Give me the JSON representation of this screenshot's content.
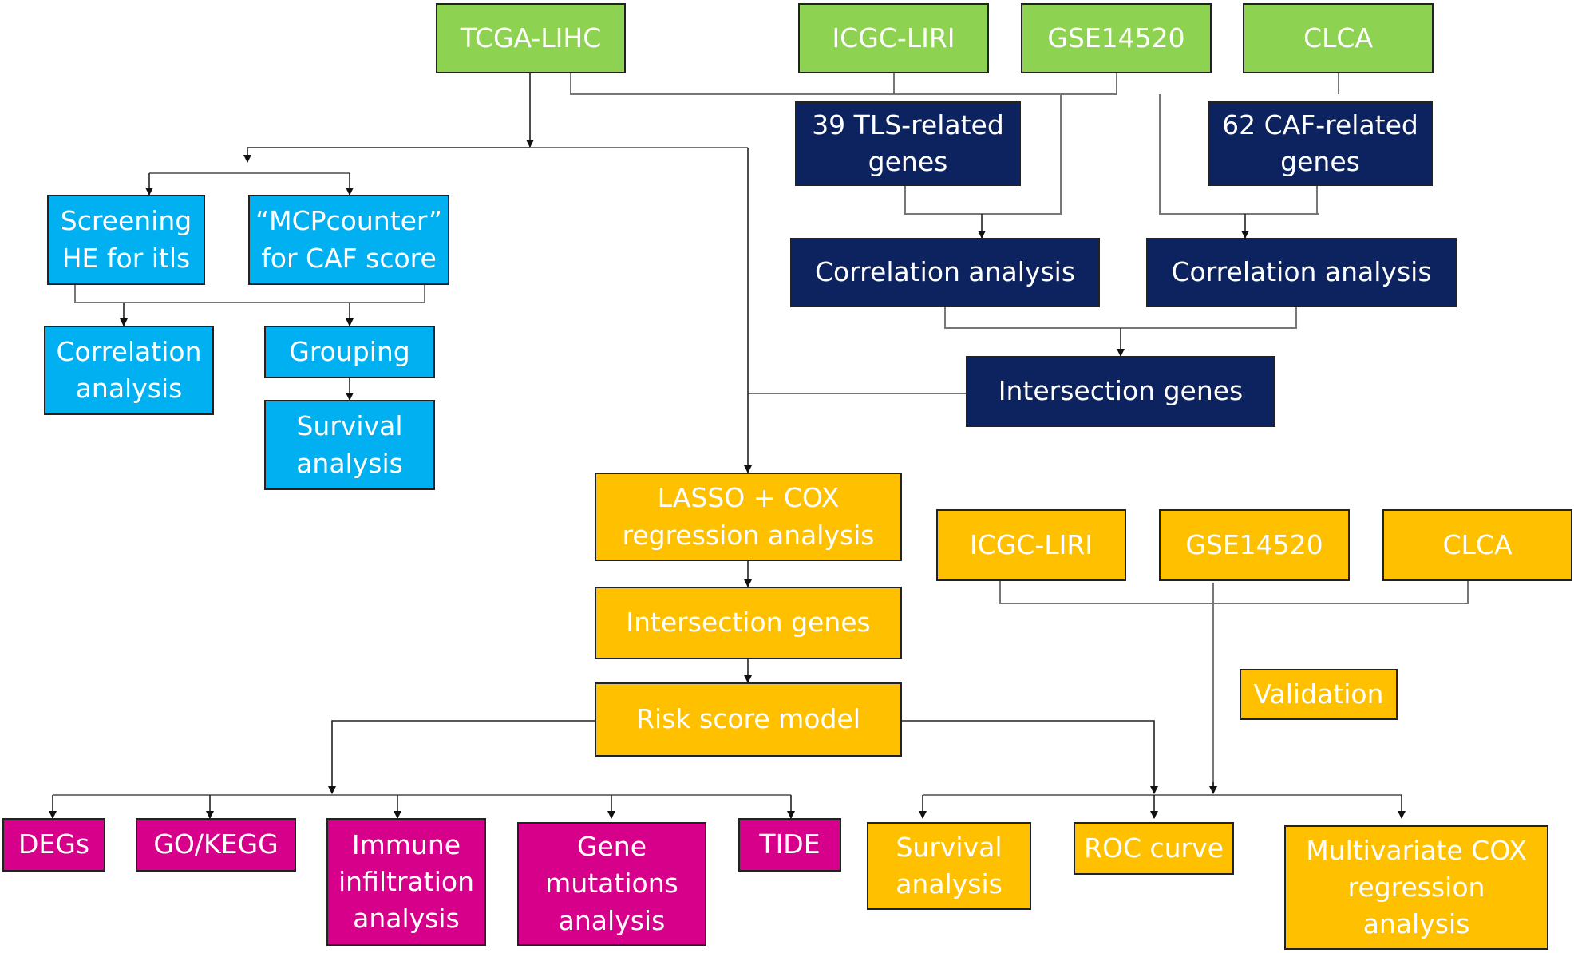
{
  "colors": {
    "green": "#8dd351",
    "navy": "#0d2360",
    "sky": "#00b0f0",
    "gold": "#ffc000",
    "pink": "#d6008a",
    "line": "#777777"
  },
  "boxes": {
    "tcga": "TCGA-LIHC",
    "icgc_top": "ICGC-LIRI",
    "gse_top": "GSE14520",
    "clca_top": "CLCA",
    "tls_genes": "39 TLS-related\ngenes",
    "caf_genes": "62 CAF-related\ngenes",
    "corr_tls": "Correlation analysis",
    "corr_caf": "Correlation analysis",
    "intersection_top": "Intersection genes",
    "screening": "Screening\nHE for itls",
    "mcpcounter": "“MCPcounter”\nfor CAF score",
    "corr_left": "Correlation\nanalysis",
    "grouping": "Grouping",
    "survival_left": "Survival\nanalysis",
    "lasso": "LASSO + COX\nregression analysis",
    "intersection_mid": "Intersection genes",
    "risk": "Risk score model",
    "icgc_val": "ICGC-LIRI",
    "gse_val": "GSE14520",
    "clca_val": "CLCA",
    "validation": "Validation",
    "degs": "DEGs",
    "gokegg": "GO/KEGG",
    "immune": "Immune\ninfiltration\nanalysis",
    "gene_mut": "Gene\nmutations\nanalysis",
    "tide": "TIDE",
    "survival_right": "Survival\nanalysis",
    "roc": "ROC curve",
    "multicox": "Multivariate COX\nregression\nanalysis"
  }
}
